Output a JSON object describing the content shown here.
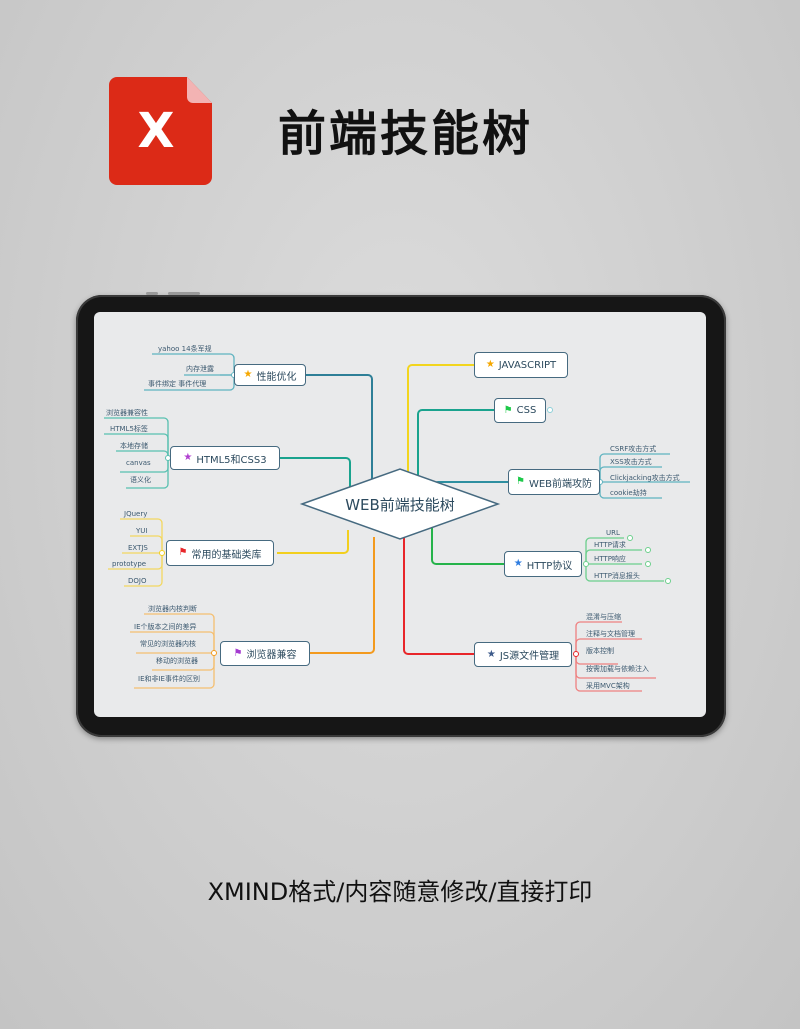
{
  "header": {
    "logo_icon": "xmind-file-icon",
    "logo_letter": "X",
    "title": "前端技能树"
  },
  "footer": {
    "subtitle": "XMIND格式/内容随意修改/直接打印"
  },
  "colors": {
    "logo_red": "#dc2a17",
    "logo_fold": "#f3b3b3",
    "node_border": "#466a80",
    "text": "#2c4a5e"
  },
  "mindmap": {
    "center": "WEB前端技能树",
    "left_branches": [
      {
        "label": "性能优化",
        "icon": "star-icon",
        "icon_color": "#f5a700",
        "line_color": "#2e7f97",
        "children": [
          "yahoo 14条军规",
          "内存泄露",
          "事件绑定 事件代理"
        ]
      },
      {
        "label": "HTML5和CSS3",
        "icon": "star-icon",
        "icon_color": "#b03fd0",
        "line_color": "#1aa38e",
        "children": [
          "浏览器兼容性",
          "HTML5标签",
          "本地存储",
          "canvas",
          "语义化"
        ]
      },
      {
        "label": "常用的基础类库",
        "icon": "flag-icon",
        "icon_color": "#e8262a",
        "line_color": "#f2cf1e",
        "children": [
          "JQuery",
          "YUI",
          "EXTJS",
          "prototype",
          "DOJO"
        ]
      },
      {
        "label": "浏览器兼容",
        "icon": "flag-icon",
        "icon_color": "#a43ad0",
        "line_color": "#f39a1e",
        "children": [
          "浏览器内核判断",
          "IE个版本之间的差异",
          "常见的浏览器内核",
          "移动的浏览器",
          "IE和非IE事件的区别"
        ]
      }
    ],
    "right_branches": [
      {
        "label": "JAVASCRIPT",
        "icon": "star-icon",
        "icon_color": "#f5a700",
        "line_color": "#f2d51e",
        "children": []
      },
      {
        "label": "CSS",
        "icon": "flag-icon",
        "icon_color": "#1ec94a",
        "line_color": "#1aa38e",
        "children": []
      },
      {
        "label": "WEB前端攻防",
        "icon": "flag-icon",
        "icon_color": "#1ec94a",
        "line_color": "#2e8fa0",
        "children": [
          "CSRF攻击方式",
          "XSS攻击方式",
          "Clickjacking攻击方式",
          "cookie劫持"
        ]
      },
      {
        "label": "HTTP协议",
        "icon": "star-icon",
        "icon_color": "#2f7de0",
        "line_color": "#25b34a",
        "children": [
          "URL",
          "HTTP请求",
          "HTTP响应",
          "HTTP消息报头"
        ]
      },
      {
        "label": "JS源文件管理",
        "icon": "star-icon",
        "icon_color": "#3d5a8a",
        "line_color": "#e8262a",
        "children": [
          "混淆与压缩",
          "注释与文档管理",
          "版本控制",
          "按需加载与依赖注入",
          "采用MVC架构"
        ]
      }
    ]
  }
}
